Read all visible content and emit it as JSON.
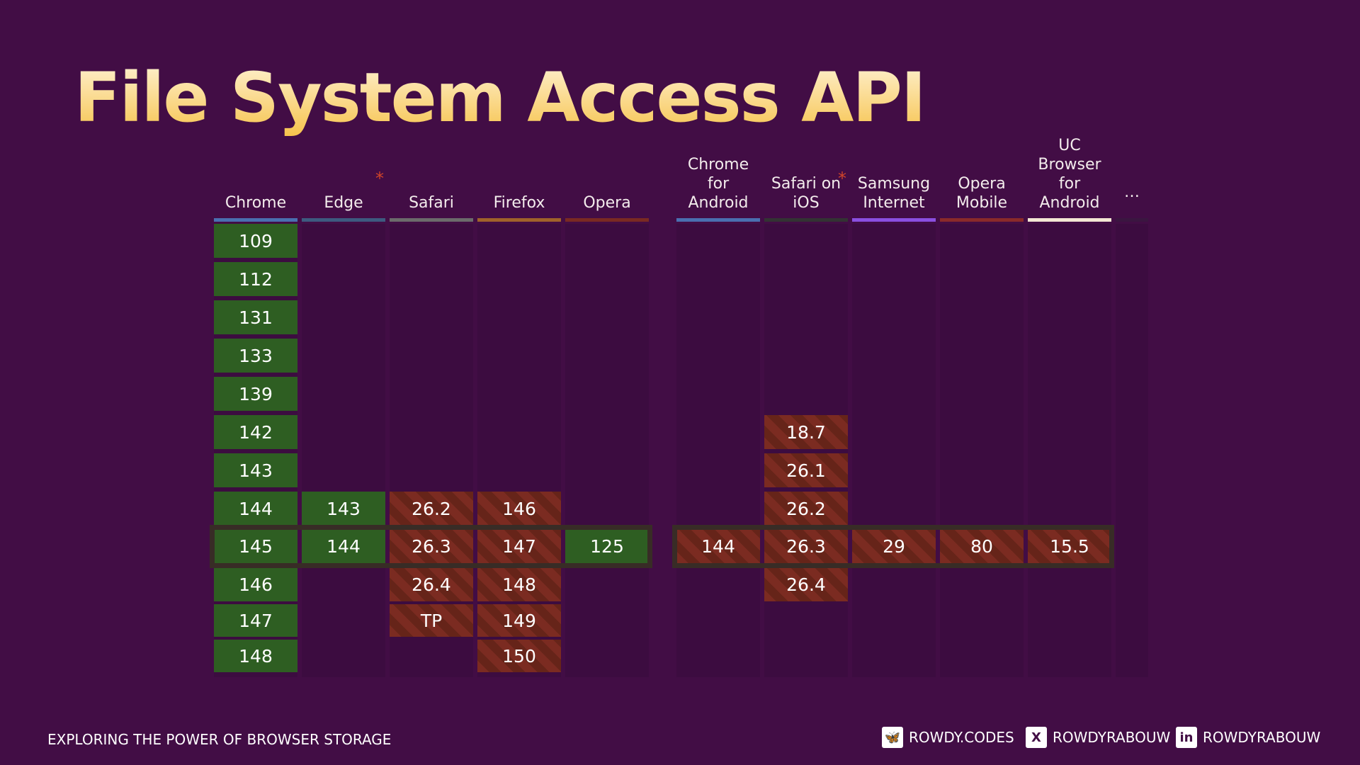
{
  "title": "File System Access API",
  "current_row": 8,
  "columns": [
    {
      "name": "Chrome",
      "color": "#4a6fb0",
      "star": false,
      "cells": [
        [
          0,
          "109",
          "y"
        ],
        [
          1,
          "112",
          "y"
        ],
        [
          2,
          "131",
          "y"
        ],
        [
          3,
          "133",
          "y"
        ],
        [
          4,
          "139",
          "y"
        ],
        [
          5,
          "142",
          "y"
        ],
        [
          6,
          "143",
          "y"
        ],
        [
          7,
          "144",
          "y"
        ],
        [
          8,
          "145",
          "y"
        ],
        [
          9,
          "146",
          "y"
        ],
        [
          10,
          "147",
          "y"
        ],
        [
          11,
          "148",
          "y"
        ]
      ]
    },
    {
      "name": "Edge",
      "color": "#3d5a80",
      "star": true,
      "cells": [
        [
          7,
          "143",
          "y"
        ],
        [
          8,
          "144",
          "y"
        ]
      ]
    },
    {
      "name": "Safari",
      "color": "#6b6b6b",
      "star": false,
      "cells": [
        [
          7,
          "26.2",
          "n"
        ],
        [
          8,
          "26.3",
          "n"
        ],
        [
          9,
          "26.4",
          "n"
        ],
        [
          10,
          "TP",
          "n"
        ]
      ]
    },
    {
      "name": "Firefox",
      "color": "#a0622a",
      "star": false,
      "cells": [
        [
          7,
          "146",
          "n"
        ],
        [
          8,
          "147",
          "n"
        ],
        [
          9,
          "148",
          "n"
        ],
        [
          10,
          "149",
          "n"
        ],
        [
          11,
          "150",
          "n"
        ]
      ]
    },
    {
      "name": "Opera",
      "color": "#7a2a22",
      "star": false,
      "cells": [
        [
          8,
          "125",
          "y"
        ]
      ]
    },
    {
      "name": "Chrome\nfor\nAndroid",
      "color": "#4a6fb0",
      "star": false,
      "cells": [
        [
          8,
          "144",
          "n"
        ]
      ]
    },
    {
      "name": "Safari on\niOS",
      "color": "#333333",
      "star": true,
      "cells": [
        [
          5,
          "18.7",
          "n"
        ],
        [
          6,
          "26.1",
          "n"
        ],
        [
          7,
          "26.2",
          "n"
        ],
        [
          8,
          "26.3",
          "n"
        ],
        [
          9,
          "26.4",
          "n"
        ]
      ]
    },
    {
      "name": "Samsung\nInternet",
      "color": "#8a4fe0",
      "star": false,
      "cells": [
        [
          8,
          "29",
          "n"
        ]
      ]
    },
    {
      "name": "Opera\nMobile",
      "color": "#8a2a2a",
      "star": false,
      "cells": [
        [
          8,
          "80",
          "n"
        ]
      ]
    },
    {
      "name": "UC\nBrowser\nfor\nAndroid",
      "color": "#f3e8d4",
      "star": false,
      "cells": [
        [
          8,
          "15.5",
          "n"
        ]
      ]
    },
    {
      "name": "…",
      "color": "#3a1640",
      "star": false,
      "cells": []
    }
  ],
  "footer": {
    "subtitle": "EXPLORING THE POWER OF BROWSER STORAGE",
    "social": [
      {
        "icon": "bluesky-icon",
        "label": "ROWDY.CODES"
      },
      {
        "icon": "x-icon",
        "label": "ROWDYRABOUW"
      },
      {
        "icon": "linkedin-icon",
        "label": "ROWDYRABOUW"
      }
    ]
  }
}
